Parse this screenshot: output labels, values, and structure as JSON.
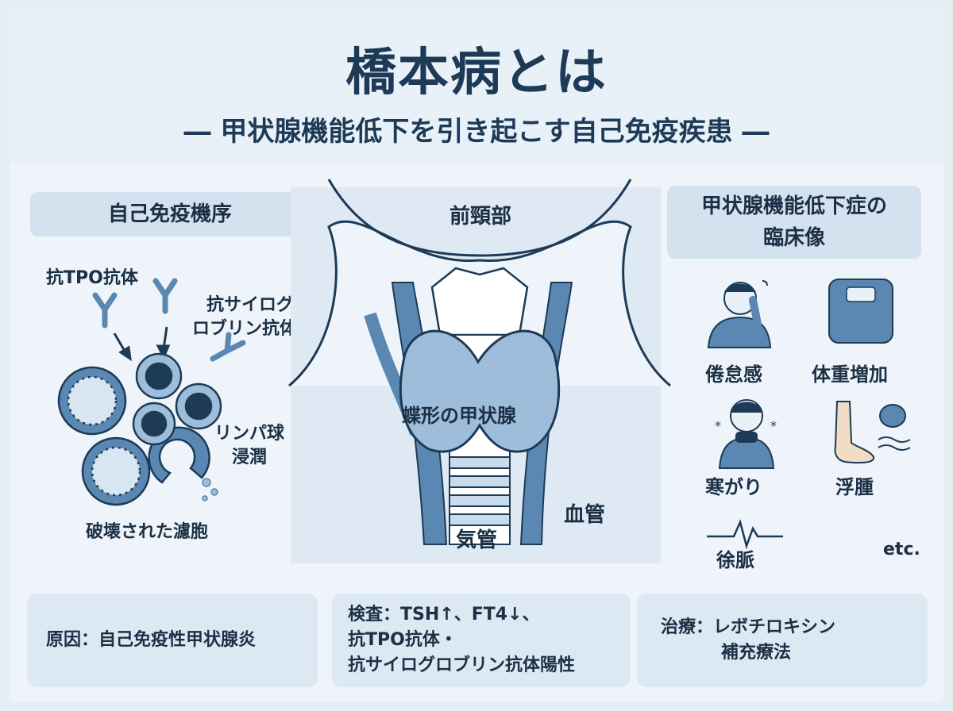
{
  "header": {
    "title": "橋本病とは",
    "subtitle": "― 甲状腺機能低下を引き起こす自己免疫疾患 ―"
  },
  "left": {
    "heading": "自己免疫機序",
    "anti_tpo": "抗TPO抗体",
    "anti_tg_line1": "抗サイログ",
    "anti_tg_line2": "ロブリン抗体",
    "lymph_line1": "リンパ球",
    "lymph_line2": "浸潤",
    "destroyed": "破壊された濾胞"
  },
  "center": {
    "neck": "前頸部",
    "gland": "蝶形の甲状腺",
    "trachea": "気管",
    "vessel": "血管"
  },
  "right": {
    "heading_line1": "甲状腺機能低下症の",
    "heading_line2": "臨床像",
    "fatigue": "倦怠感",
    "weight": "体重増加",
    "cold": "寒がり",
    "edema": "浮腫",
    "brady": "徐脈",
    "etc": "etc."
  },
  "bottom": {
    "cause": "原因：自己免疫性甲状腺炎",
    "test_line1": "検査：TSH↑、FT4↓、",
    "test_line2": "抗TPO抗体・",
    "test_line3": "抗サイログロブリン抗体陽性",
    "treat_line1": "治療：レボチロキシン",
    "treat_line2": "補充療法"
  },
  "colors": {
    "navy": "#1d3a57",
    "blue": "#5a88b3",
    "light": "#b9d2e8",
    "panel": "#dce8f2"
  }
}
